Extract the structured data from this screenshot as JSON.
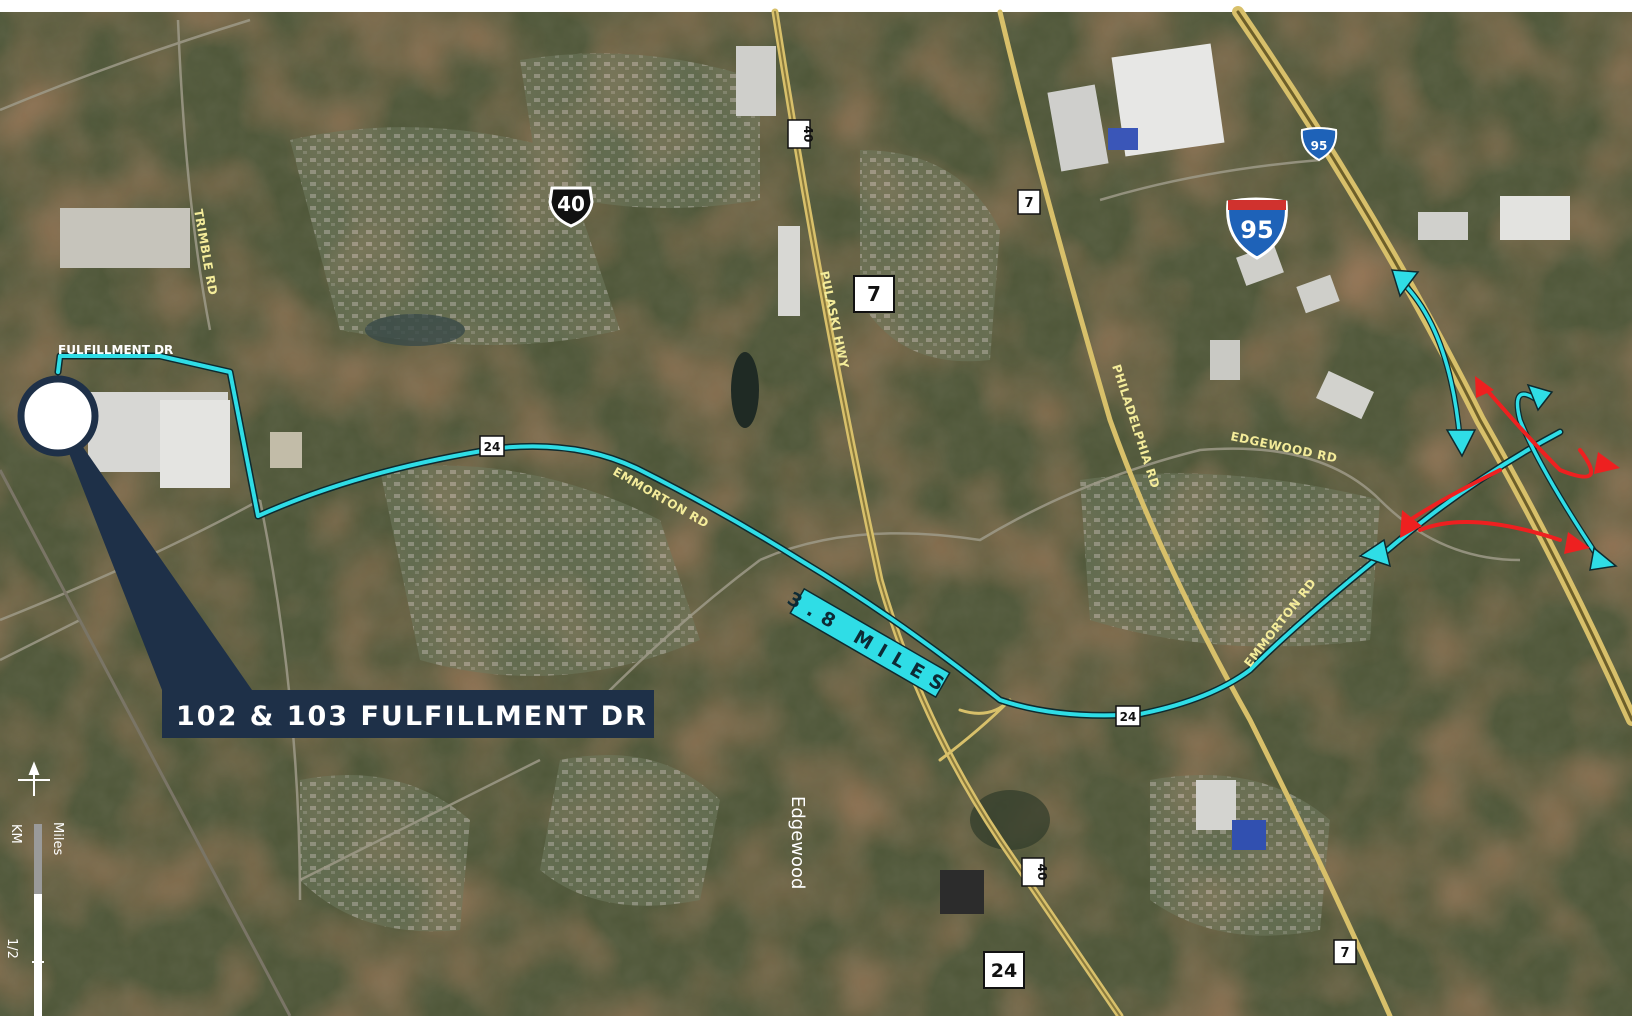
{
  "map": {
    "callout_label": "102 & 103 FULFILLMENT DR",
    "route_distance": "3.8 MILES",
    "place_name": "Edgewood",
    "road_labels": {
      "fulfillment": "FULFILLMENT DR",
      "trimble": "TRIMBLE RD",
      "emmorton_west": "EMMORTON RD",
      "emmorton_east": "EMMORTON RD",
      "pulaski": "PULASKI HWY",
      "philadelphia": "PHILADELPHIA RD",
      "edgewood": "EDGEWOOD RD"
    },
    "shields": {
      "us40_large": "40",
      "i95_large": "95",
      "i95_small": "95",
      "rt7_box": "7",
      "rt7_north": "7",
      "rt7_south": "7",
      "rt40_north": "40",
      "rt40_south": "40",
      "rt24_west": "24",
      "rt24_east": "24",
      "rt24_box": "24"
    },
    "scale": {
      "km_label": "KM",
      "miles_label": "Miles",
      "half_label": "1/2"
    },
    "colors": {
      "route": "#2fdde6",
      "ramp_red": "#ee2020",
      "callout_bg": "#1e3048",
      "highway": "#d8c06a"
    }
  }
}
